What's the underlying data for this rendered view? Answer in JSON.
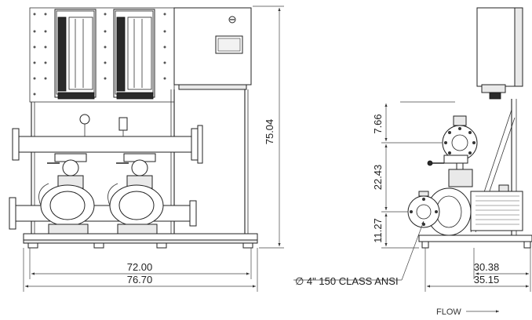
{
  "front_view": {
    "dim_height": "75.04",
    "dim_inner_width": "72.00",
    "dim_outer_width": "76.70"
  },
  "side_view": {
    "dim_top": "7.66",
    "dim_middle": "22.43",
    "dim_bottom": "11.27",
    "dim_inner_width": "30.38",
    "dim_outer_width": "35.15",
    "flange_callout": "∅ 4\" 150 CLASS ANSI",
    "flow_label": "FLOW"
  }
}
